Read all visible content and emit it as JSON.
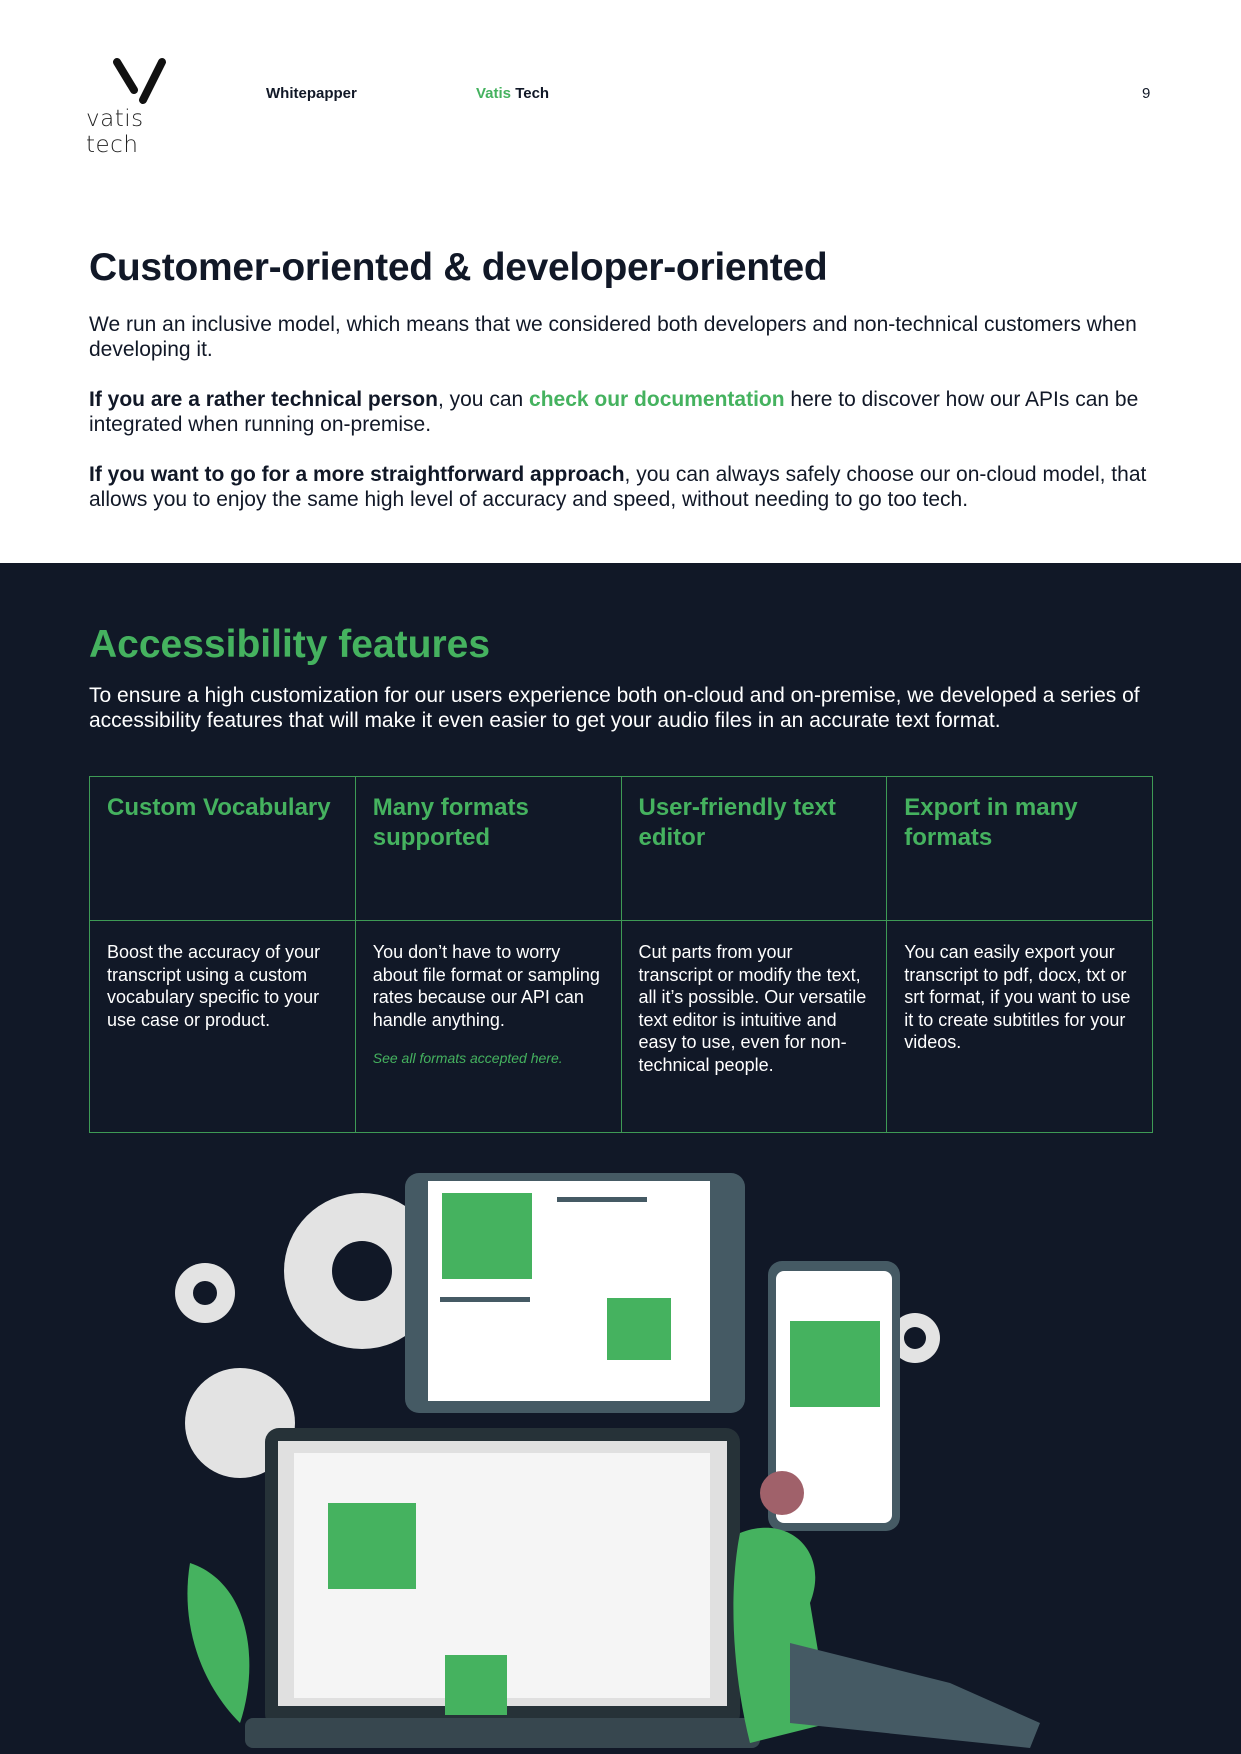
{
  "header": {
    "logo_text": "vatis tech",
    "doc_type": "Whitepapper",
    "brand_green": "Vatis",
    "brand_dark": "Tech",
    "page_number": "9"
  },
  "section1": {
    "title": "Customer-oriented & developer-oriented",
    "p1": "We run an inclusive model, which means that we considered both developers and non-technical customers when developing it.",
    "p2_bold": "If you are a rather technical person",
    "p2_a": ", you can ",
    "p2_link": "check our documentation",
    "p2_b": " here to discover how our APIs can be integrated when running on-premise.",
    "p3_bold": "If you want to go for a more straightforward approach",
    "p3_rest": ", you can always safely choose our on-cloud model, that allows you to enjoy the same high level of accuracy and speed, without needing to go too tech."
  },
  "section2": {
    "title": "Accessibility features",
    "intro": "To ensure a high customization for our users experience both on-cloud and on-premise, we developed a series of accessibility features that will make it even easier to get your audio files in an accurate text format.",
    "features": [
      {
        "title": "Custom Vocabulary",
        "text": "Boost the accuracy of your transcript using a custom vocabulary specific to your use case or product."
      },
      {
        "title": "Many formats supported",
        "text": "You don’t have to worry about file format or sampling rates because our API can handle anything.",
        "link": "See all formats accepted here."
      },
      {
        "title": "User-friendly text editor",
        "text": "Cut parts from your transcript or modify the text, all it’s possible. Our versatile text editor is intuitive and easy to use, even for non-technical people."
      },
      {
        "title": "Export in many formats",
        "text": "You can easily export your transcript to pdf, docx, txt or srt format, if you want to use it to create subtitles for your videos."
      }
    ]
  },
  "colors": {
    "green": "#45b25f",
    "dark": "#111827"
  }
}
